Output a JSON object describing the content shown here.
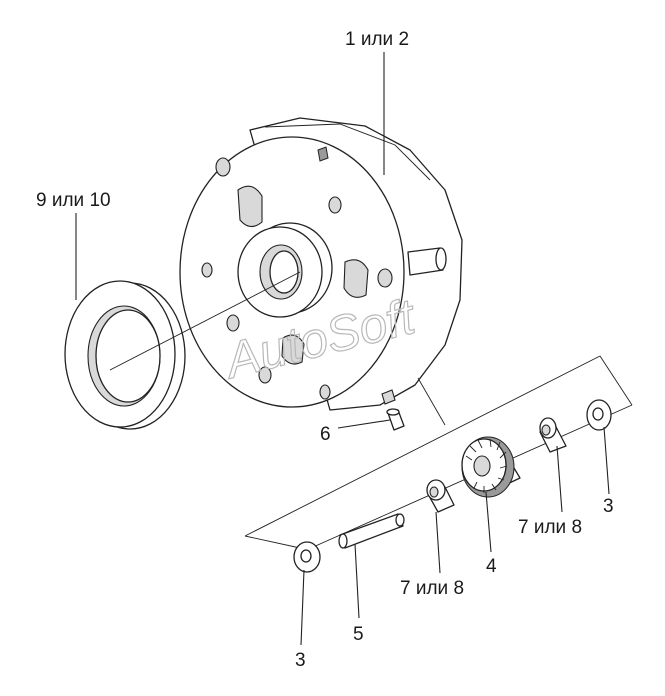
{
  "watermark": "AutoSoft",
  "callouts": {
    "part_1_2": "1 или 2",
    "part_9_10": "9 или 10",
    "part_6": "6",
    "part_3_right": "3",
    "part_7_8_right": "7 или 8",
    "part_4": "4",
    "part_7_8_lower": "7 или 8",
    "part_5": "5",
    "part_3_left": "3"
  }
}
